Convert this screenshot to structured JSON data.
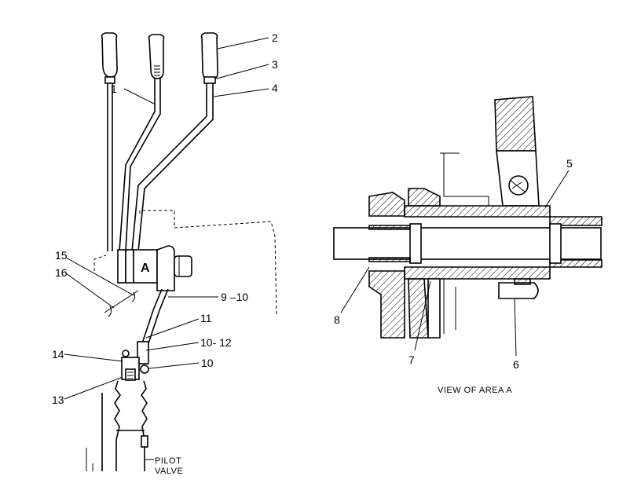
{
  "labels": {
    "n1": "1",
    "n2": "2",
    "n3": "3",
    "n4": "4",
    "n5": "5",
    "n6": "6",
    "n7": "7",
    "n8": "8",
    "n9_10": "9 –10",
    "n10": "10",
    "n10_12": "10- 12",
    "n11": "11",
    "n13": "13",
    "n14": "14",
    "n15": "15",
    "n16": "16",
    "area_marker": "A"
  },
  "captions": {
    "pilot_line1": "PILOT",
    "pilot_line2": "VALVE",
    "view_title": "VIEW OF AREA A"
  }
}
